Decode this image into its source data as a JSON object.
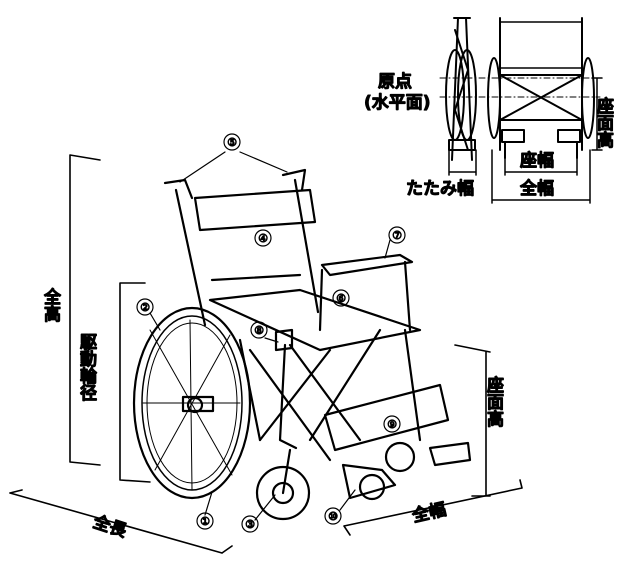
{
  "labels": {
    "total_height": "全高",
    "wheel_diameter": "駆動輪径",
    "total_length": "全長",
    "total_width": "全幅",
    "seat_height": "座面高",
    "origin": "原点",
    "horizontal_plane": "(水平面)",
    "seat_width": "座幅",
    "folded_width": "たたみ幅",
    "front_total_width": "全幅",
    "front_seat_height": "座面高"
  },
  "markers": [
    "①",
    "②",
    "③",
    "④",
    "⑤",
    "⑥",
    "⑦",
    "⑧",
    "⑨",
    "⑩"
  ]
}
